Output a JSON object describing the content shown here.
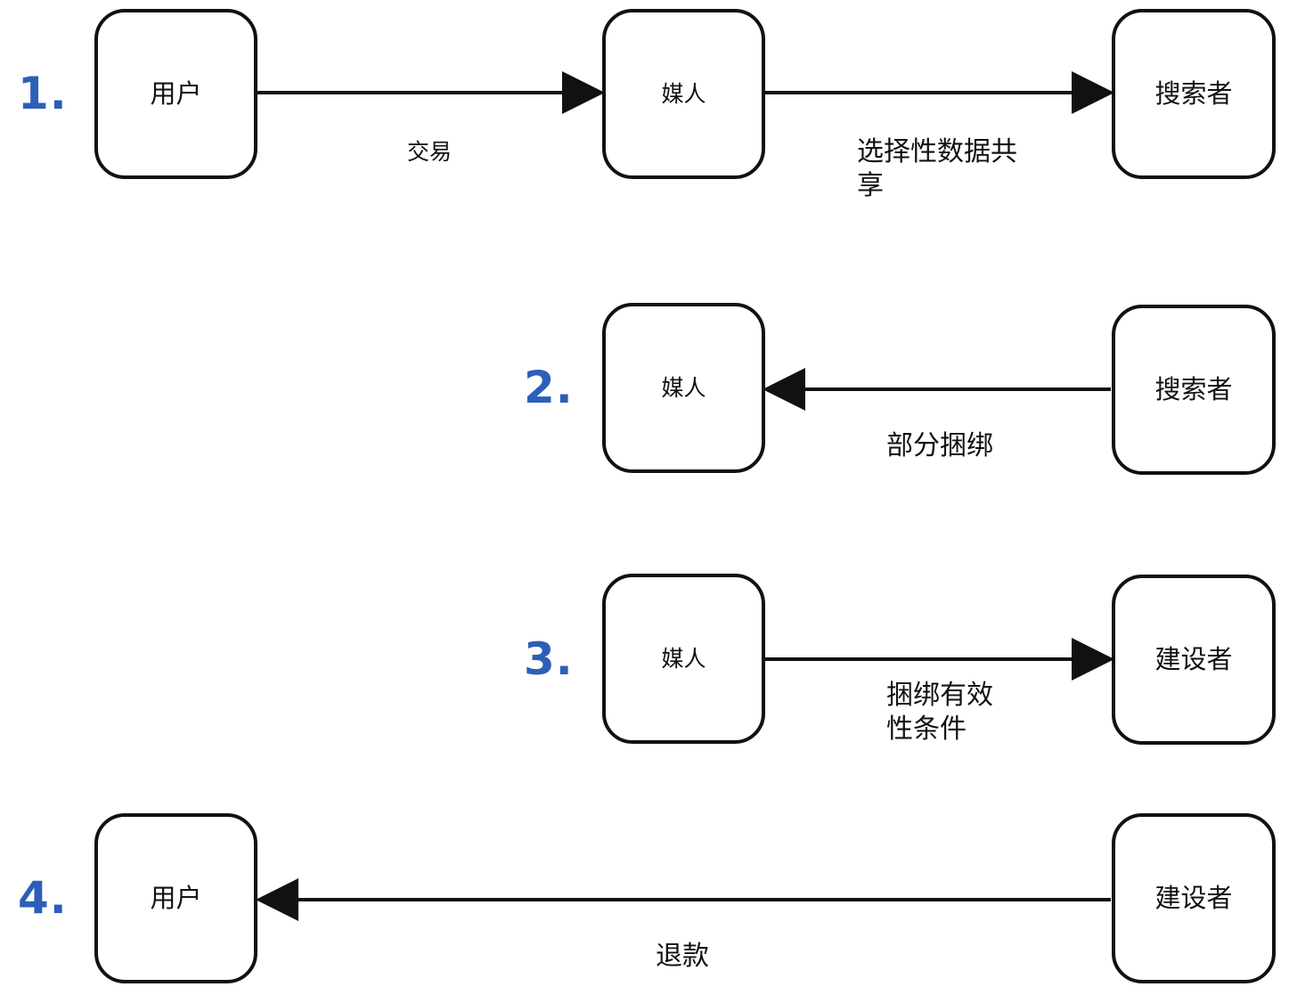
{
  "steps": [
    {
      "number": "1.",
      "from": "用户",
      "to": "媒人",
      "label": "交易"
    },
    {
      "from": "媒人",
      "to": "搜索者",
      "label": "选择性数据共享"
    },
    {
      "number": "2.",
      "from": "搜索者",
      "to": "媒人",
      "label": "部分捆绑"
    },
    {
      "number": "3.",
      "from": "媒人",
      "to": "建设者",
      "label": "捆绑有效性条件"
    },
    {
      "number": "4.",
      "from": "建设者",
      "to": "用户",
      "label": "退款"
    }
  ],
  "colors": {
    "step_number": "#2d5fb8",
    "stroke": "#111111"
  }
}
